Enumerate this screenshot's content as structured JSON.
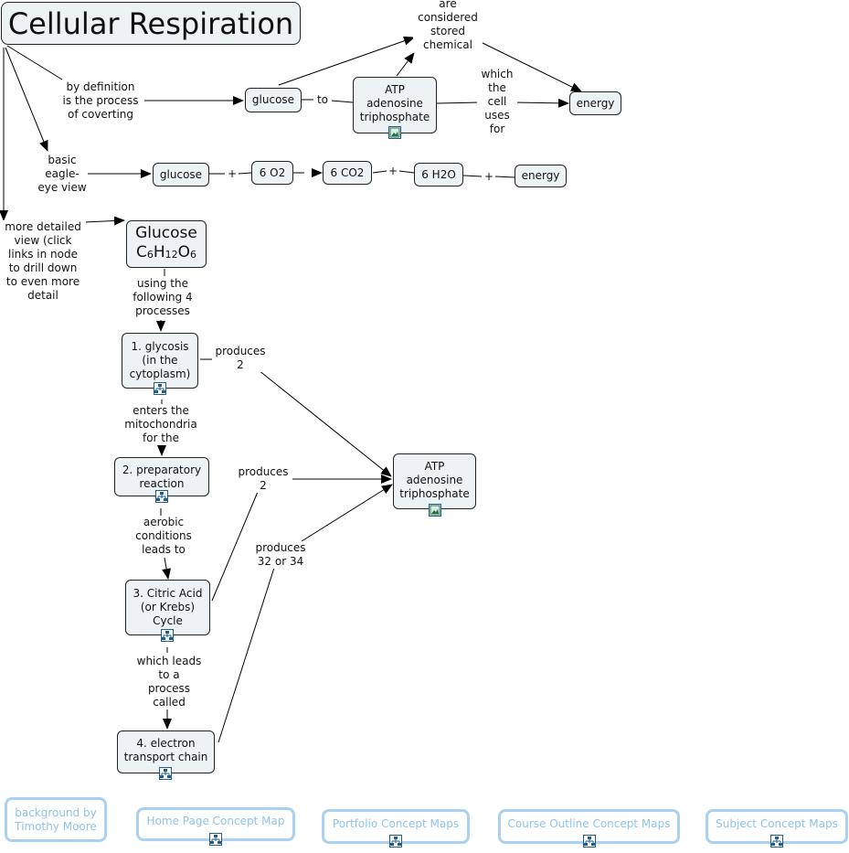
{
  "title": "Cellular Respiration",
  "nodes": {
    "glucose_top": "glucose",
    "atp_top_line1": "ATP",
    "atp_top_line2": "adenosine",
    "atp_top_line3": "triphosphate",
    "energy_top": "energy",
    "glucose_eq": "glucose",
    "o2": "6 O2",
    "co2": "6 CO2",
    "h2o": "6 H2O",
    "energy_eq": "energy",
    "glucose_formula_name": "Glucose",
    "glucose_formula": {
      "c": "C",
      "c_n": "6",
      "h": "H",
      "h_n": "12",
      "o": "O",
      "o_n": "6"
    },
    "glycosis": "1. glycosis\n(in the\ncytoplasm)",
    "preparatory": "2. preparatory\nreaction",
    "citric": "3. Citric Acid\n(or Krebs)\nCycle",
    "electron": "4. electron\ntransport chain",
    "atp_mid_line1": "ATP",
    "atp_mid_line2": "adenosine",
    "atp_mid_line3": "triphosphate"
  },
  "links": {
    "by_definition": "by definition\nis the process\nof coverting",
    "to": "to",
    "are_considered": "are\nconsidered\nstored\nchemical",
    "which_cell": "which\nthe\ncell\nuses\nfor",
    "basic": "basic\neagle-\neye view",
    "more_detailed": "more detailed\nview (click\nlinks in node\nto drill down\nto even more\ndetail",
    "using_following": "using the\nfollowing 4\nprocesses",
    "produces_2a": "produces\n2",
    "enters": "enters the\nmitochondria\nfor the",
    "produces_2b": "produces\n2",
    "aerobic": "aerobic\nconditions\nleads to",
    "produces_32": "produces\n32 or 34",
    "which_leads": "which leads\nto a\nprocess\ncalled"
  },
  "operators": {
    "plus1": "+",
    "arrow1": "→",
    "plus2": "+",
    "plus3": "+"
  },
  "nav": {
    "background": "background by\nTimothy Moore",
    "home": "Home Page Concept Map",
    "portfolio": "Portfolio Concept Maps",
    "course": "Course Outline Concept Maps",
    "subject": "Subject Concept Maps"
  },
  "icons": {
    "image": "image-resource-icon",
    "submap": "concept-map-link-icon"
  },
  "colors": {
    "node_fill": "#edf2f5",
    "nav_border": "#a9d1f2",
    "nav_text": "#8fc3ea"
  }
}
